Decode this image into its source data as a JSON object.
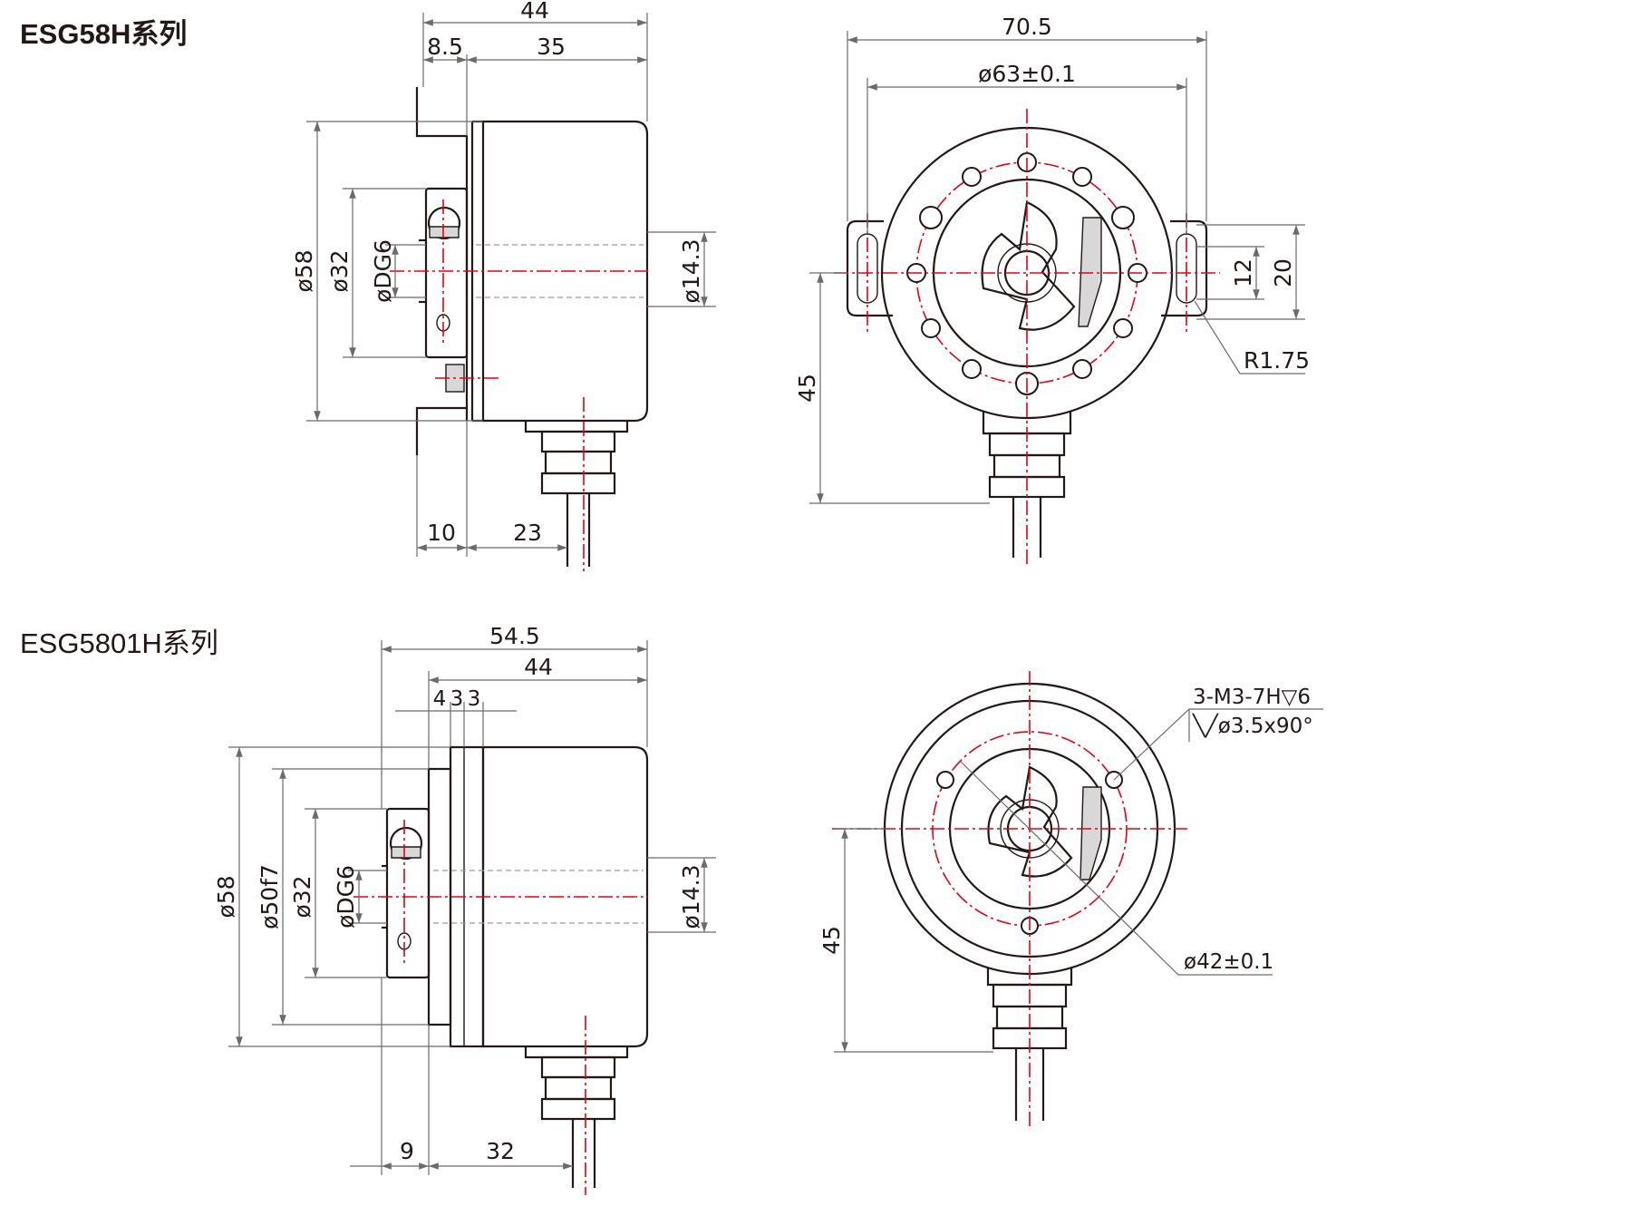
{
  "series_1": {
    "title": "ESG58H系列",
    "side_view": {
      "dims": {
        "overall_length": "44",
        "flange_offset": "8.5",
        "body_length": "35",
        "body_diameter": "ø58",
        "clamp_diameter": "ø32",
        "bore": "øDG6",
        "cable_gland": "ø14.3",
        "bracket_to_face": "10",
        "face_to_cable": "23"
      }
    },
    "front_view": {
      "dims": {
        "bracket_width": "70.5",
        "bolt_circle": "ø63±0.1",
        "slot_inner": "12",
        "slot_outer": "20",
        "slot_radius": "R1.75",
        "center_to_cable": "45"
      }
    }
  },
  "series_2": {
    "title": "ESG5801H系列",
    "side_view": {
      "dims": {
        "overall_length": "54.5",
        "body_length": "44",
        "flange_a": "4",
        "flange_b": "3",
        "flange_c": "3",
        "body_diameter": "ø58",
        "spigot_diameter": "ø50f7",
        "clamp_diameter": "ø32",
        "bore": "øDG6",
        "cable_gland": "ø14.3",
        "hub_length": "9",
        "face_to_cable": "32"
      }
    },
    "front_view": {
      "dims": {
        "thread_callout": "3-M3-7H▽6",
        "countersink": "╲╱ø3.5x90°",
        "bolt_circle": "ø42±0.1",
        "center_to_cable": "45"
      }
    }
  },
  "colors": {
    "line": "#231815",
    "center_line": "#e60012",
    "dimension": "#6b6b6b"
  }
}
